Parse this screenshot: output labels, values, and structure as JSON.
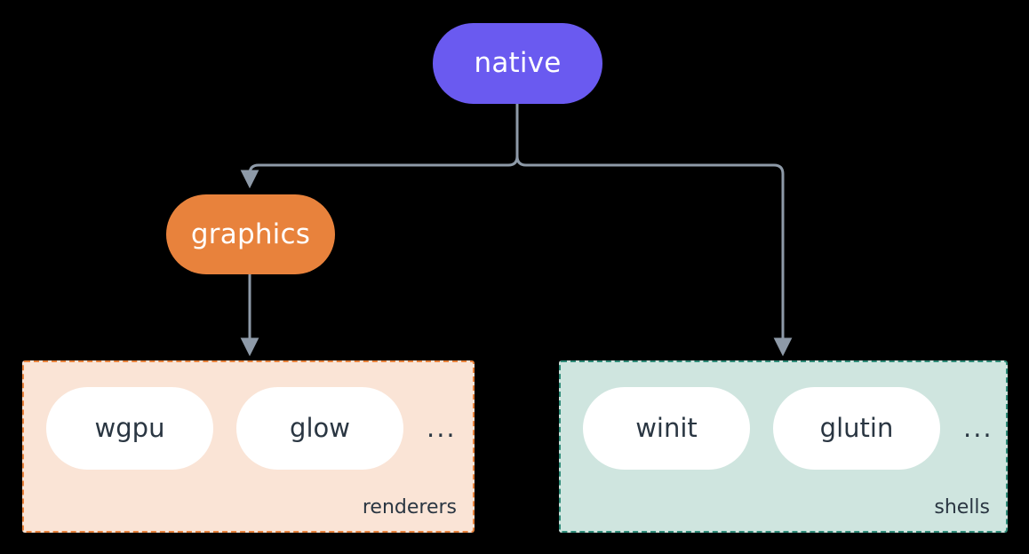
{
  "diagram": {
    "title": "native",
    "nodes": {
      "native": {
        "label": "native",
        "color": "#6A5AF0",
        "text_color": "#ffffff"
      },
      "graphics": {
        "label": "graphics",
        "color": "#E8823C",
        "text_color": "#ffffff"
      }
    },
    "groups": [
      {
        "id": "renderers",
        "caption": "renderers",
        "background": "#FAE4D6",
        "border_color": "#E8823C",
        "items": [
          {
            "label": "wgpu"
          },
          {
            "label": "glow"
          }
        ],
        "overflow": "..."
      },
      {
        "id": "shells",
        "caption": "shells",
        "background": "#CFE5DF",
        "border_color": "#2E8B78",
        "items": [
          {
            "label": "winit"
          },
          {
            "label": "glutin"
          }
        ],
        "overflow": "..."
      }
    ],
    "edges": [
      {
        "from": "native",
        "to": "graphics"
      },
      {
        "from": "native",
        "to": "shells"
      },
      {
        "from": "graphics",
        "to": "renderers"
      }
    ],
    "edge_color": "#8E9AA8",
    "background": "#000000"
  }
}
